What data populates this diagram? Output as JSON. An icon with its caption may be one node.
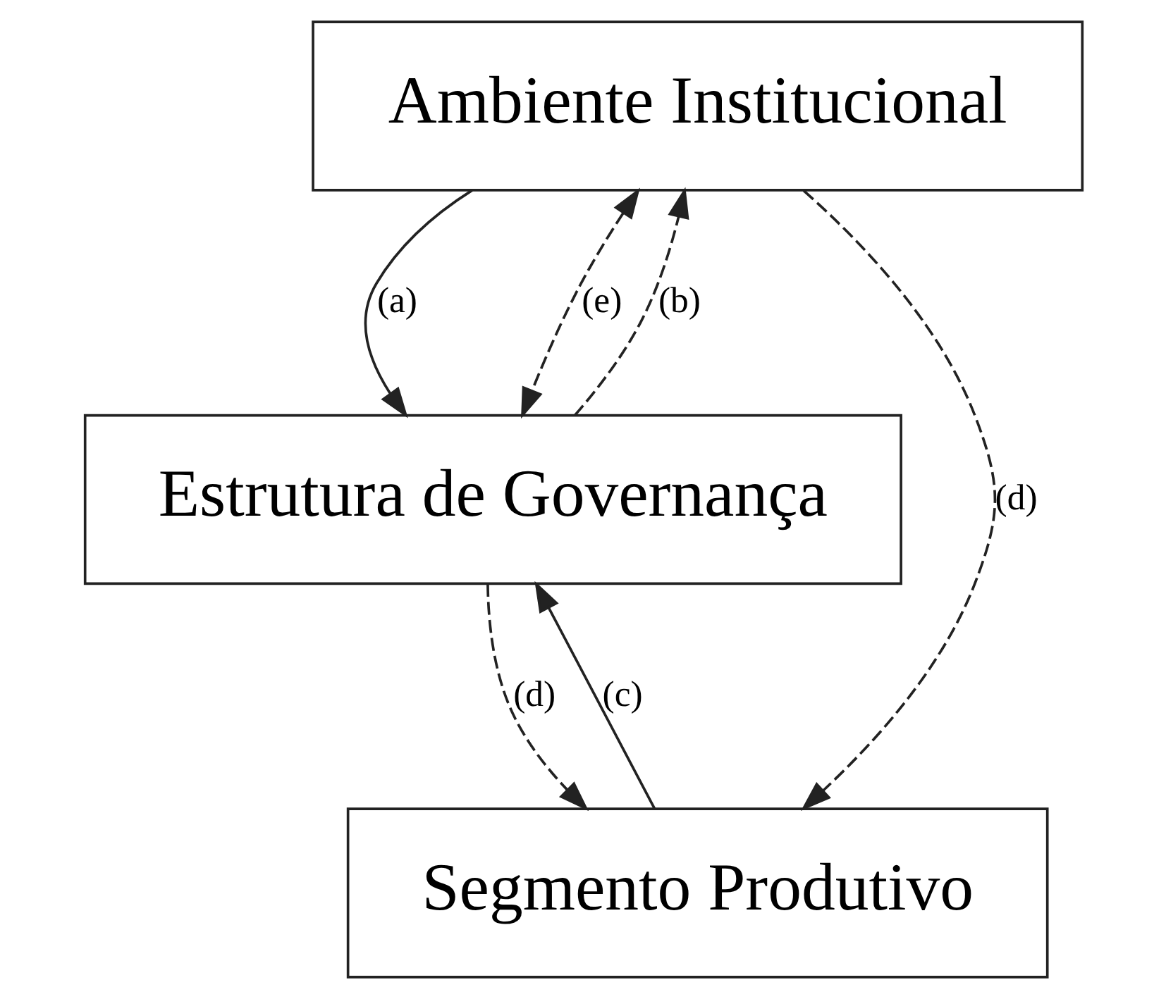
{
  "diagram": {
    "nodes": [
      {
        "text": [
          "Ambiente Institucional"
        ]
      },
      {
        "text": [
          "Estrutura de Governança"
        ]
      },
      {
        "text": [
          "Segmento Produtivo"
        ]
      }
    ],
    "edges": [
      {
        "from": 0,
        "to": 1,
        "arrow": "to",
        "label": "(a)"
      },
      {
        "from": 1,
        "to": 0,
        "arrow": "to",
        "label": "(b)",
        "style": "dashed"
      },
      {
        "from": 2,
        "to": 1,
        "arrow": "to",
        "label": "(c)"
      },
      {
        "from": 1,
        "to": 2,
        "arrow": "to",
        "label": "(d)",
        "style": "dashed"
      },
      {
        "from": 0,
        "to": 1,
        "arrow": "both",
        "label": "(e)",
        "style": "dashed"
      },
      {
        "from": 0,
        "to": 2,
        "arrow": "to",
        "label": "(d)",
        "style": "dashed"
      }
    ]
  }
}
